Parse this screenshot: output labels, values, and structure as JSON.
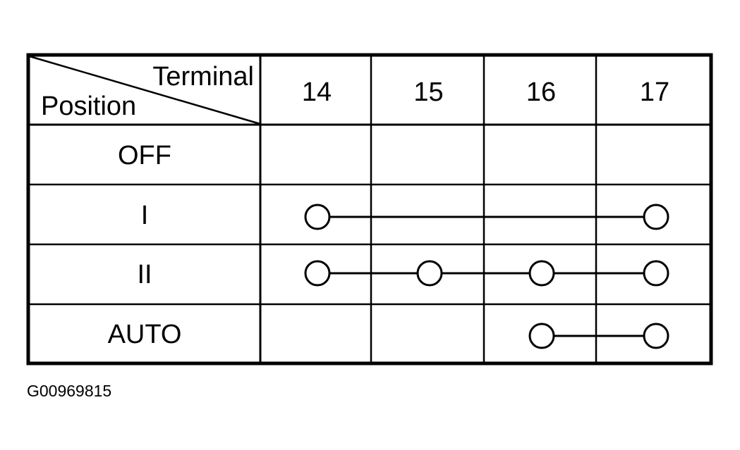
{
  "table": {
    "header_terminal": "Terminal",
    "header_position": "Position",
    "terminals": [
      "14",
      "15",
      "16",
      "17"
    ],
    "positions": [
      {
        "label": "OFF",
        "connected": []
      },
      {
        "label": "I",
        "connected": [
          "14",
          "17"
        ]
      },
      {
        "label": "II",
        "connected": [
          "14",
          "15",
          "16",
          "17"
        ]
      },
      {
        "label": "AUTO",
        "connected": [
          "16",
          "17"
        ]
      }
    ]
  },
  "figure_id": "G00969815"
}
